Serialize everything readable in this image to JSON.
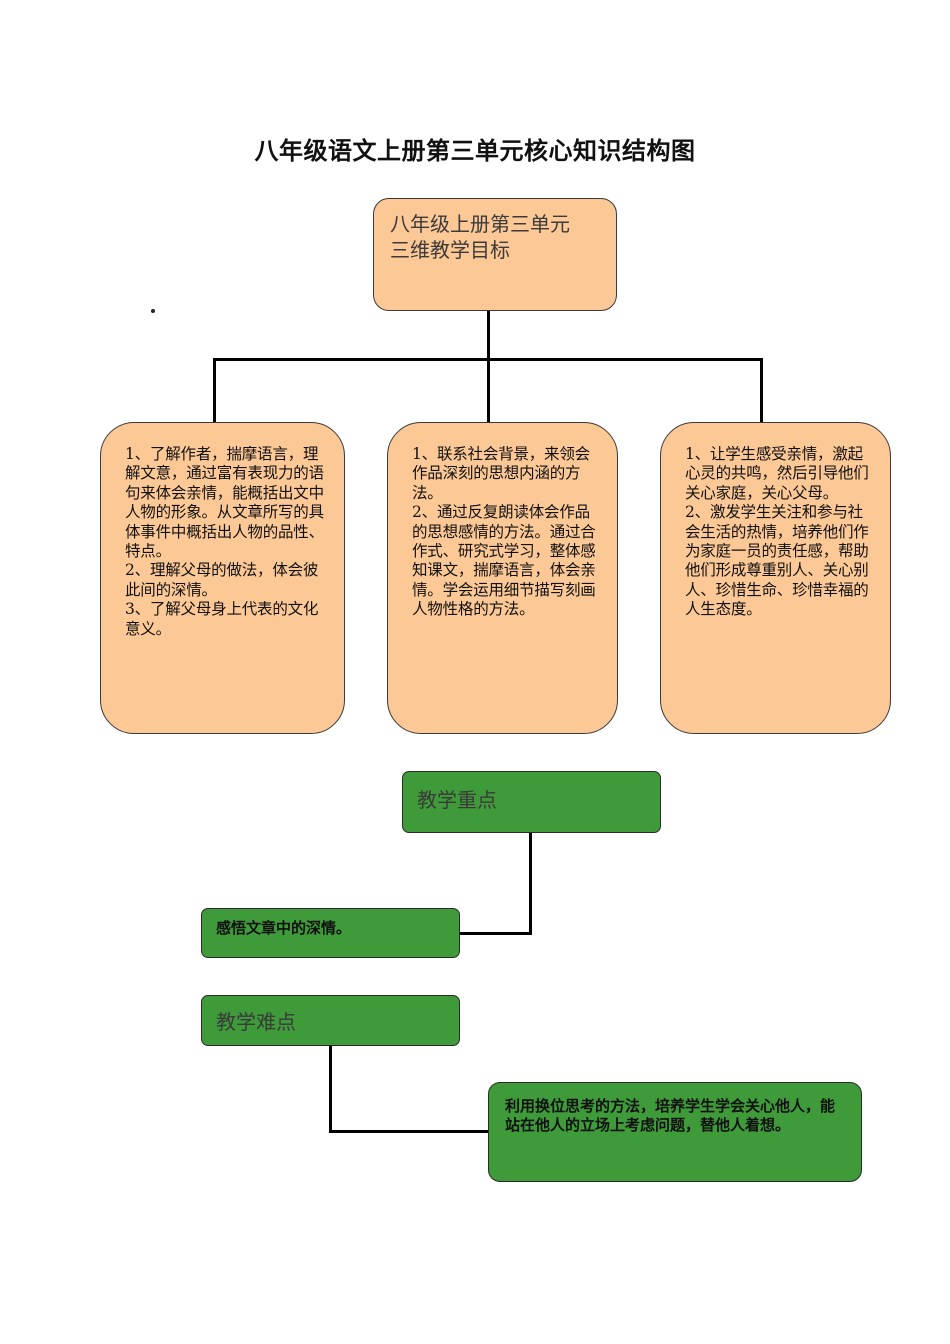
{
  "title": "八年级语文上册第三单元核心知识结构图",
  "root": {
    "line1": "八年级上册第三单元",
    "line2": "三维教学目标"
  },
  "goals": [
    {
      "lines": [
        "1、了解作者，揣摩语言，理解文意，通过富有表现力的语句来体会亲情，能概括出文中人物的形象。从文章所写的具体事件中概括出人物的品性、特点。",
        "2、理解父母的做法，体会彼此间的深情。",
        "3、了解父母身上代表的文化意义。"
      ]
    },
    {
      "lines": [
        "1、联系社会背景，来领会作品深刻的思想内涵的方法。",
        "2、通过反复朗读体会作品的思想感情的方法。通过合作式、研究式学习，整体感知课文，揣摩语言，体会亲情。学会运用细节描写刻画人物性格的方法。"
      ]
    },
    {
      "lines": [
        "1、让学生感受亲情，激起心灵的共鸣，然后引导他们关心家庭，关心父母。",
        "2、激发学生关注和参与社会生活的热情，培养他们作为家庭一员的责任感，帮助他们形成尊重别人、关心别人、珍惜生命、珍惜幸福的人生态度。"
      ]
    }
  ],
  "key_point": {
    "header": "教学重点",
    "content": "感悟文章中的深情。"
  },
  "difficult_point": {
    "header": "教学难点",
    "content": "利用换位思考的方法，培养学生学会关心他人，能站在他人的立场上考虑问题，替他人着想。"
  },
  "colors": {
    "goal_fill": "#fcc896",
    "point_fill": "#3f9b3a"
  }
}
